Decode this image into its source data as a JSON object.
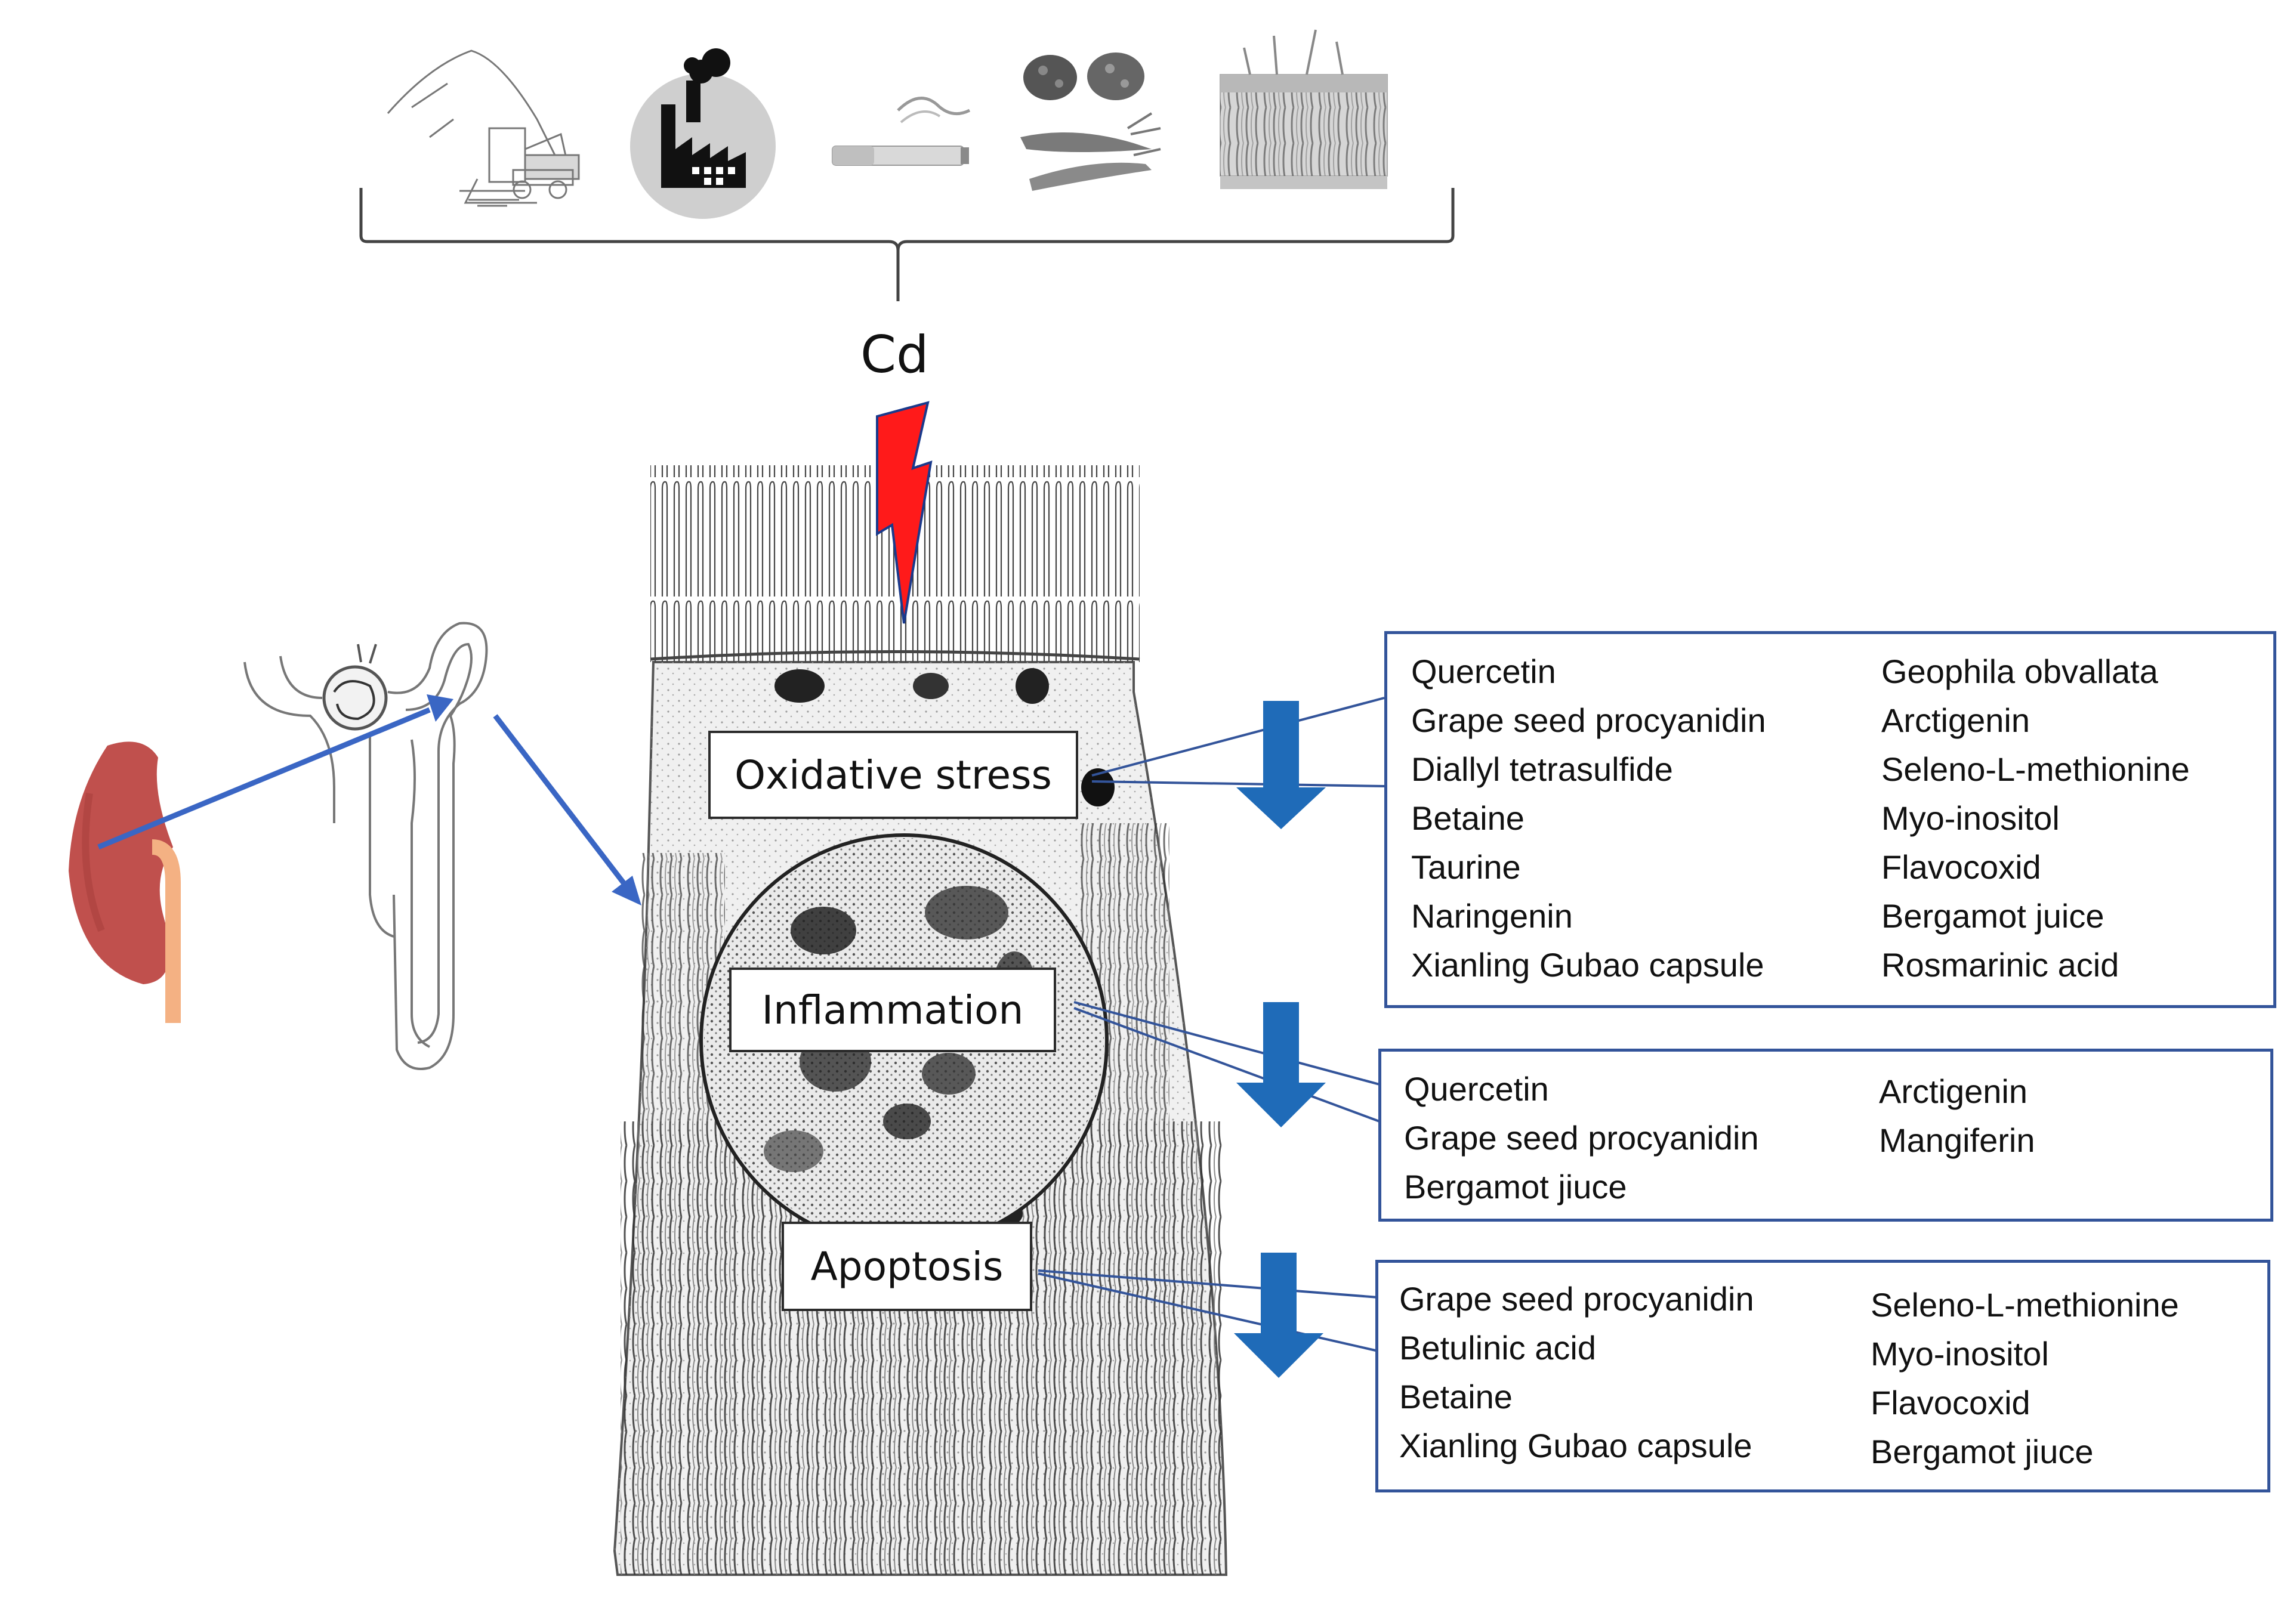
{
  "cadmium_label": "Cd",
  "sources": [
    {
      "name": "mining",
      "icon": "mining-icon"
    },
    {
      "name": "industry",
      "icon": "factory-icon"
    },
    {
      "name": "smoking",
      "icon": "cigarette-icon"
    },
    {
      "name": "food",
      "icon": "food-icon"
    },
    {
      "name": "skin",
      "icon": "skin-icon"
    }
  ],
  "effects": {
    "oxidative_stress": {
      "label": "Oxidative stress",
      "col1": [
        "Quercetin",
        "Grape seed procyanidin",
        "Diallyl tetrasulfide",
        "Betaine",
        "Taurine",
        "Naringenin",
        "Xianling Gubao capsule"
      ],
      "col2": [
        "Geophila obvallata",
        "Arctigenin",
        "Seleno-L-methionine",
        "Myo-inositol",
        "Flavocoxid",
        "Bergamot juice",
        "Rosmarinic acid"
      ]
    },
    "inflammation": {
      "label": "Inflammation",
      "col1": [
        "Quercetin",
        "Grape seed procyanidin",
        "Bergamot jiuce"
      ],
      "col2": [
        "Arctigenin",
        "Mangiferin"
      ]
    },
    "apoptosis": {
      "label": "Apoptosis",
      "col1": [
        "Grape seed procyanidin",
        "Betulinic acid",
        "Betaine",
        "Xianling Gubao capsule"
      ],
      "col2": [
        "Seleno-L-methionine",
        "Myo-inositol",
        "Flavocoxid",
        "Bergamot jiuce"
      ]
    }
  },
  "colors": {
    "arrow_blue": "#1f6bb8",
    "line_blue": "#3a66c4",
    "box_border": "#33549a",
    "cd_red": "#ff1a1a",
    "kidney": "#c0504d",
    "ureter": "#f4b183"
  }
}
